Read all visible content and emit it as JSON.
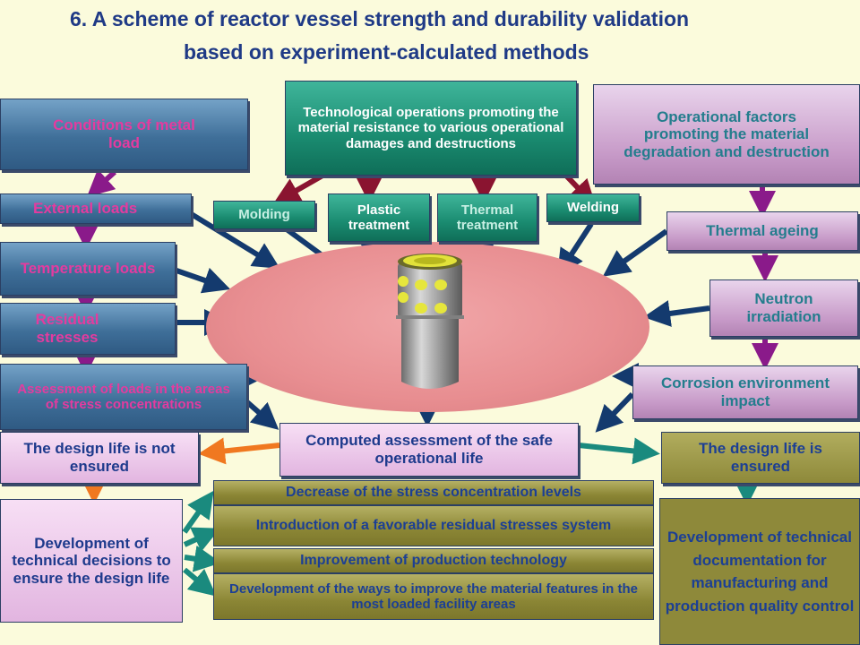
{
  "title": {
    "line1": "6. A scheme of reactor vessel strength and durability validation",
    "line2": "based on experiment-calculated methods"
  },
  "left": {
    "conditions": "Conditions of metal load",
    "external": "External loads",
    "temperature": "Temperature loads",
    "residual": "Residual stresses",
    "assessment": "Assessment of loads in the areas of stress concentrations"
  },
  "top": {
    "tech_ops": "Technological operations promoting the material resistance to various operational damages and destructions",
    "molding": "Molding",
    "plastic": "Plastic treatment",
    "thermal": "Thermal treatment",
    "welding": "Welding"
  },
  "right": {
    "factors": "Operational factors promoting the material degradation and destruction",
    "ageing": "Thermal ageing",
    "neutron": "Neutron irradiation",
    "corrosion": "Corrosion environment impact"
  },
  "center": {
    "computed": "Computed assessment of the safe operational life"
  },
  "results": {
    "not_ensured": "The design life is not ensured",
    "ensured": "The design life is ensured",
    "dev_decisions": "Development of technical decisions to ensure the design life",
    "dev_docs": "Development of technical documentation for manufacturing and production quality control"
  },
  "measures": [
    "Decrease of the stress concentration levels",
    "Introduction of a favorable residual stresses system",
    "Improvement of production technology",
    "Development of the ways to improve the material features in the most loaded facility areas"
  ],
  "colors": {
    "title": "#1f3a86",
    "arrow_navy": "#143a6e",
    "arrow_maroon": "#8a1430",
    "arrow_purple": "#8a1a8a",
    "arrow_orange": "#f07820",
    "arrow_teal": "#1a8a7e"
  }
}
